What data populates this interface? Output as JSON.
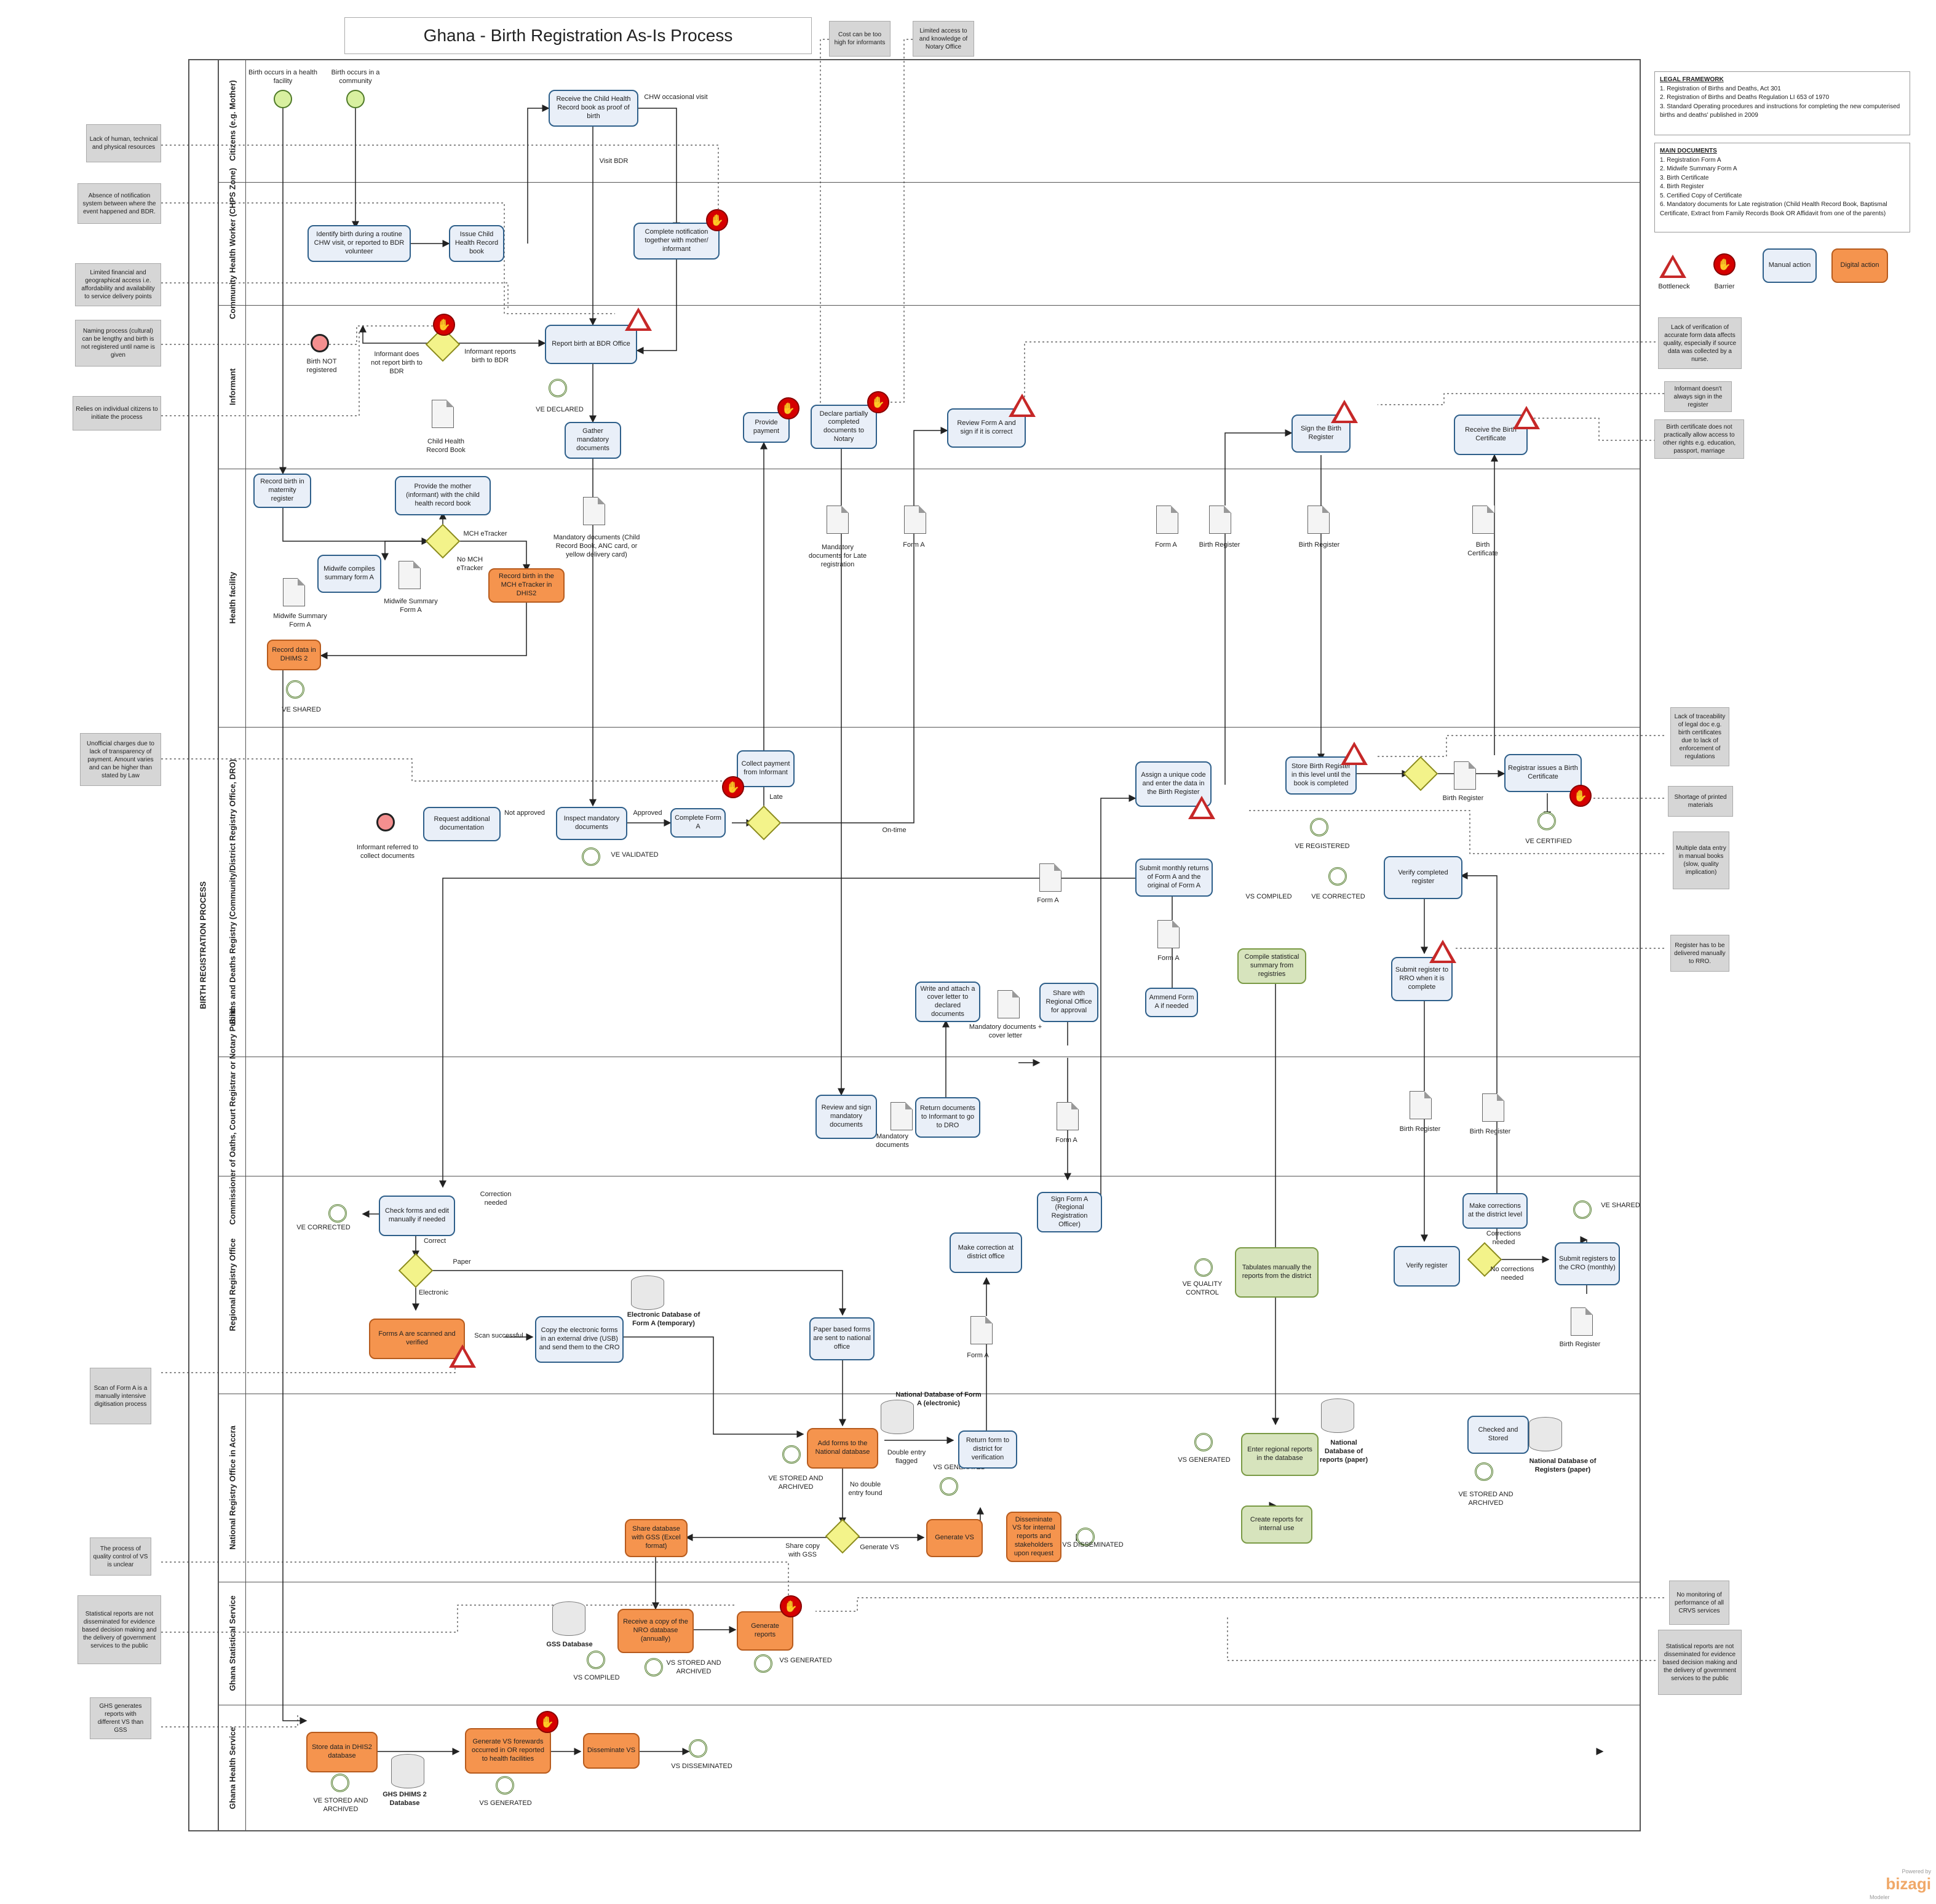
{
  "title": "Ghana - Birth Registration As-Is Process",
  "pool_label": "BIRTH REGISTRATION PROCESS",
  "lanes": [
    "Citizens (e.g. Mother)",
    "Community Health Worker (CHPS Zone)",
    "Informant",
    "Health facility",
    "Births and Deaths Registry (Community/District Registry Office, DRO)",
    "Commissioner of Oaths, Court Registrar or Notary Public",
    "Regional Registry Office",
    "National Registry Office in Accra",
    "Ghana Statistical Service",
    "Ghana Health Service"
  ],
  "legend": {
    "legal_title": "LEGAL FRAMEWORK",
    "legal_items": [
      "1. Registration of Births and Deaths, Act 301",
      "2. Registration of Births and Deaths Regulation LI 653 of 1970",
      "3. Standard Operating procedures and instructions for completing the new computerised births and deaths' published in 2009"
    ],
    "docs_title": "MAIN DOCUMENTS",
    "docs_items": [
      "1. Registration Form A",
      "2. Midwife Summary Form A",
      "3. Birth Certificate",
      "4. Birth Register",
      "5. Certified Copy of Certificate",
      "6. Mandatory documents for Late registration (Child Health Record Book, Baptismal Certificate, Extract from Family Records Book OR Affidavit from one of the parents)"
    ],
    "bottleneck": "Bottleneck",
    "barrier": "Barrier",
    "manual": "Manual action",
    "digital": "Digital action"
  },
  "tasks": {
    "receive_chr": "Receive the Child Health Record book as proof of birth",
    "identify_birth": "Identify birth during a routine CHW visit, or reported to BDR volunteer",
    "issue_chr": "Issue Child Health Record book",
    "complete_notification": "Complete notification together with mother/ informant",
    "report_birth": "Report birth at BDR Office",
    "gather_docs": "Gather mandatory documents",
    "provide_payment": "Provide payment",
    "declare_partially": "Declare partially completed documents to Notary",
    "review_form_a": "Review Form A and sign if it is correct",
    "sign_birth_register": "Sign the Birth Register",
    "receive_certificate": "Receive the Birth Certificate",
    "record_maternity": "Record birth in maternity register",
    "provide_mother": "Provide the mother (informant) with the child health record book",
    "midwife_compiles": "Midwife compiles summary form A",
    "record_dhis2_mch": "Record birth in the MCH eTracker in DHIS2",
    "record_dhims": "Record data in DHIMS 2",
    "collect_payment": "Collect payment from Informant",
    "request_docs": "Request additional documentation",
    "inspect_docs": "Inspect mandatory documents",
    "complete_form_a": "Complete Form A",
    "assign_code": "Assign a unique code and enter the data in the Birth Register",
    "store_register": "Store Birth Register in this level until the book is completed",
    "registrar_issues": "Registrar issues a Birth Certificate",
    "submit_monthly": "Submit monthly returns of Form A and the original of Form A",
    "verify_register": "Verify completed register",
    "write_cover": "Write and attach a cover letter to declared documents",
    "share_regional": "Share with Regional Office for approval",
    "amend_form": "Ammend Form A if needed",
    "compile_summary": "Compile statistical summary from registries",
    "submit_rro": "Submit register to RRO when it is complete",
    "review_sign": "Review and sign mandatory documents",
    "return_docs": "Return documents to Informant to go to DRO",
    "check_forms": "Check forms and edit manually if needed",
    "sign_form_a": "Sign Form A (Regional Registration Officer)",
    "correction_district": "Make correction at district office",
    "tabulate": "Tabulates manually the reports from the district",
    "verify_reg": "Verify register",
    "make_corrections": "Make corrections at the district level",
    "submit_cro": "Submit registers to the CRO (monthly)",
    "scan_forms": "Forms A are scanned and verified",
    "copy_electronic": "Copy the electronic forms in an external drive (USB) and send them to the CRO",
    "paper_forms": "Paper based forms are sent to national office",
    "add_forms": "Add forms to the National database",
    "return_district": "Return form to district for verification",
    "enter_regional": "Enter regional reports in the database",
    "create_reports": "Create reports for internal use",
    "checked_stored": "Checked and Stored",
    "share_gss": "Share database with GSS (Excel format)",
    "generate_vs": "Generate VS",
    "disseminate_internal": "Disseminate VS for internal reports and stakeholders upon request",
    "receive_nro": "Receive a copy of the NRO database (annually)",
    "generate_reports": "Generate reports",
    "store_dhis2": "Store data in DHIS2 database",
    "generate_forewords": "Generate VS forewards occurred in OR reported to health facilities",
    "disseminate_vs": "Disseminate VS"
  },
  "labels": {
    "birth_health_facility": "Birth occurs in a health facility",
    "birth_community": "Birth occurs in a community",
    "chw_visit": "CHW occasional visit",
    "visit_bdr": "Visit BDR",
    "birth_not_registered": "Birth NOT registered",
    "informant_not_report": "Informant does not report birth to BDR",
    "informant_reports": "Informant reports birth to BDR",
    "ve_declared": "VE DECLARED",
    "child_health_book": "Child Health Record Book",
    "mch_etracker": "MCH eTracker",
    "no_mch": "No MCH eTracker",
    "midwife_summary": "Midwife Summary Form A",
    "midwife_summary2": "Midwife Summary Form A",
    "mandatory_docs_list": "Mandatory documents (Child Record Book, ANC card, or yellow delivery card)",
    "mandatory_late": "Mandatory documents for Late registration",
    "form_a_1": "Form A",
    "form_a_2": "Form A",
    "birth_register_1": "Birth Register",
    "birth_register_2": "Birth Register",
    "birth_certificate": "Birth Certificate",
    "ve_shared": "VE SHARED",
    "ve_shared2": "VE SHARED",
    "late": "Late",
    "on_time": "On-time",
    "not_approved": "Not approved",
    "approved": "Approved",
    "informant_referred": "Informant referred to collect documents",
    "ve_validated": "VE VALIDATED",
    "ve_registered": "VE REGISTERED",
    "ve_certified": "VE CERTIFIED",
    "birth_register_3": "Birth Register",
    "form_a_3": "Form A",
    "form_a_4": "Form A",
    "ve_corrected": "VE CORRECTED",
    "vs_compiled": "VS COMPILED",
    "mandatory_cover": "Mandatory documents + cover letter",
    "mandatory_docs": "Mandatory documents",
    "form_a_5": "Form A",
    "birth_register_4": "Birth Register",
    "birth_register_5": "Birth Register",
    "ve_corrected2": "VE CORRECTED",
    "correction_needed": "Correction needed",
    "correct": "Correct",
    "paper": "Paper",
    "electronic": "Electronic",
    "scan_successful": "Scan successful",
    "electronic_db": "Electronic Database of Form A (temporary)",
    "ve_quality": "VE QUALITY CONTROL",
    "corrections_needed": "Corrections needed",
    "no_corrections": "No corrections needed",
    "birth_register_6": "Birth Register",
    "form_a_6": "Form A",
    "national_db_form": "National Database of Form A (electronic)",
    "double_entry": "Double entry flagged",
    "no_double": "No double entry found",
    "ve_stored": "VE STORED AND ARCHIVED",
    "vs_generated": "VS GENERATED",
    "vs_generated2": "VS GENERATED",
    "national_db_reports": "National Database of reports (paper)",
    "national_db_registers": "National Database of Registers (paper)",
    "ve_stored2": "VE STORED AND ARCHIVED",
    "share_copy": "Share copy with GSS",
    "generate_vs_lbl": "Generate VS",
    "vs_disseminated": "VS DISSEMINATED",
    "gss_db": "GSS Database",
    "vs_compiled2": "VS COMPILED",
    "vs_stored": "VS STORED AND ARCHIVED",
    "vs_generated3": "VS GENERATED",
    "ve_stored3": "VE STORED AND ARCHIVED",
    "ghs_db": "GHS DHIMS 2 Database",
    "vs_generated4": "VS GENERATED",
    "vs_disseminated2": "VS DISSEMINATED"
  },
  "notes": {
    "cost_high": "Cost can be too high for informants",
    "limited_notary": "Limited access to and knowledge of Notary Office",
    "lack_resources": "Lack of human, technical and physical resources",
    "absence_notification": "Absence of notification system between where the event happened and BDR.",
    "limited_financial": "Limited financial and geographical access i.e. affordability and availability to service delivery points",
    "naming_process": "Naming process (cultural) can be lengthy and birth is not registered until name is given",
    "relies_citizens": "Relies on individual citizens to initiate the process",
    "unofficial_charges": "Unofficial charges due to lack of transparency of payment. Amount varies and can be higher than stated by Law",
    "scan_manual": "Scan of Form A is a manually intensive digitisation process",
    "quality_unclear": "The process of quality control of VS is unclear",
    "stat_not_disseminated": "Statistical reports are not disseminated for evidence based decision making and the delivery of government services to the public",
    "ghs_different": "GHS generates reports with different VS than GSS",
    "lack_verification": "Lack of verification of accurate form data affects quality, especially if source data was collected by a nurse.",
    "informant_not_sign": "Informant doesn't always sign in the register",
    "cert_not_allow": "Birth certificate does not practically allow access to other rights e.g. education, passport, marriage",
    "lack_traceability": "Lack of traceability of legal doc e.g. birth certificates due to lack of enforcement of regulations",
    "shortage": "Shortage of printed materials",
    "multiple_entry": "Multiple data entry in manual books (slow, quality implication)",
    "register_manual": "Register has to be delivered manually to RRO.",
    "no_monitoring": "No monitoring of performance of all CRVS services",
    "stat_not_dissem2": "Statistical reports are not disseminated for evidence based decision making and the delivery of government services to the public"
  },
  "brand": "bizagi",
  "brand_sub": "Powered by",
  "brand_tag": "Modeler",
  "colors": {
    "manual": "#e9eff8",
    "digital": "#f5944e",
    "green": "#d7e4bd",
    "barrier": "#d50000",
    "note": "#d6d6d6"
  }
}
